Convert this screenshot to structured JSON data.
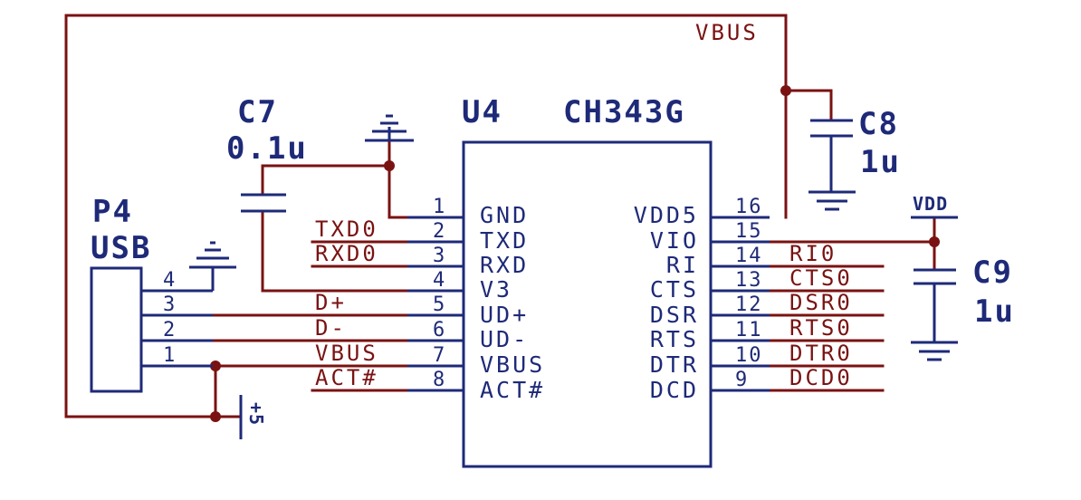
{
  "colors": {
    "wire": "#7a1212",
    "component": "#1e2a78",
    "background": "#ffffff"
  },
  "u4": {
    "ref": "U4",
    "value": "CH343G",
    "left_pins": [
      {
        "num": "1",
        "name": "GND"
      },
      {
        "num": "2",
        "name": "TXD"
      },
      {
        "num": "3",
        "name": "RXD"
      },
      {
        "num": "4",
        "name": "V3"
      },
      {
        "num": "5",
        "name": "UD+"
      },
      {
        "num": "6",
        "name": "UD-"
      },
      {
        "num": "7",
        "name": "VBUS"
      },
      {
        "num": "8",
        "name": "ACT#"
      }
    ],
    "right_pins": [
      {
        "num": "16",
        "name": "VDD5"
      },
      {
        "num": "15",
        "name": "VIO"
      },
      {
        "num": "14",
        "name": "RI"
      },
      {
        "num": "13",
        "name": "CTS"
      },
      {
        "num": "12",
        "name": "DSR"
      },
      {
        "num": "11",
        "name": "RTS"
      },
      {
        "num": "10",
        "name": "DTR"
      },
      {
        "num": "9",
        "name": "DCD"
      }
    ]
  },
  "left_nets": [
    "TXD0",
    "RXD0",
    "D+",
    "D-",
    "VBUS",
    "ACT#"
  ],
  "right_nets": [
    "RI0",
    "CTS0",
    "DSR0",
    "RTS0",
    "DTR0",
    "DCD0"
  ],
  "p4": {
    "ref": "P4",
    "value": "USB",
    "pins": [
      "4",
      "3",
      "2",
      "1"
    ]
  },
  "c7": {
    "ref": "C7",
    "value": "0.1u"
  },
  "c8": {
    "ref": "C8",
    "value": "1u"
  },
  "c9": {
    "ref": "C9",
    "value": "1u"
  },
  "vbus_label": "VBUS",
  "vdd_label": "VDD",
  "probe_label": "+5"
}
